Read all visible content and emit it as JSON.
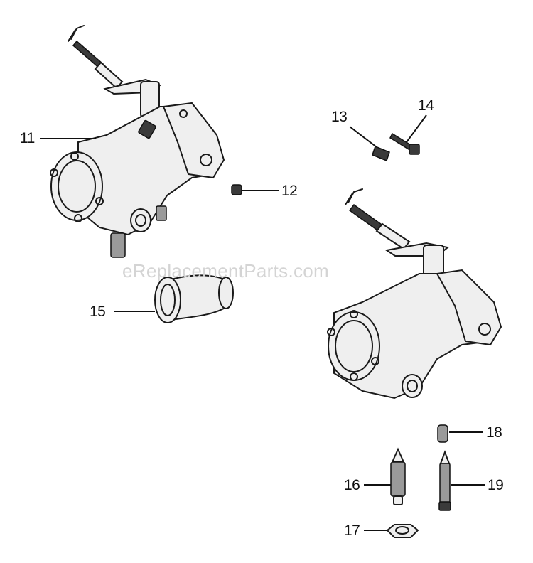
{
  "watermark": "eReplacementParts.com",
  "callouts": [
    {
      "id": "11",
      "label": "11"
    },
    {
      "id": "12",
      "label": "12"
    },
    {
      "id": "13",
      "label": "13"
    },
    {
      "id": "14",
      "label": "14"
    },
    {
      "id": "15",
      "label": "15"
    },
    {
      "id": "16",
      "label": "16"
    },
    {
      "id": "17",
      "label": "17"
    },
    {
      "id": "18",
      "label": "18"
    },
    {
      "id": "19",
      "label": "19"
    }
  ]
}
